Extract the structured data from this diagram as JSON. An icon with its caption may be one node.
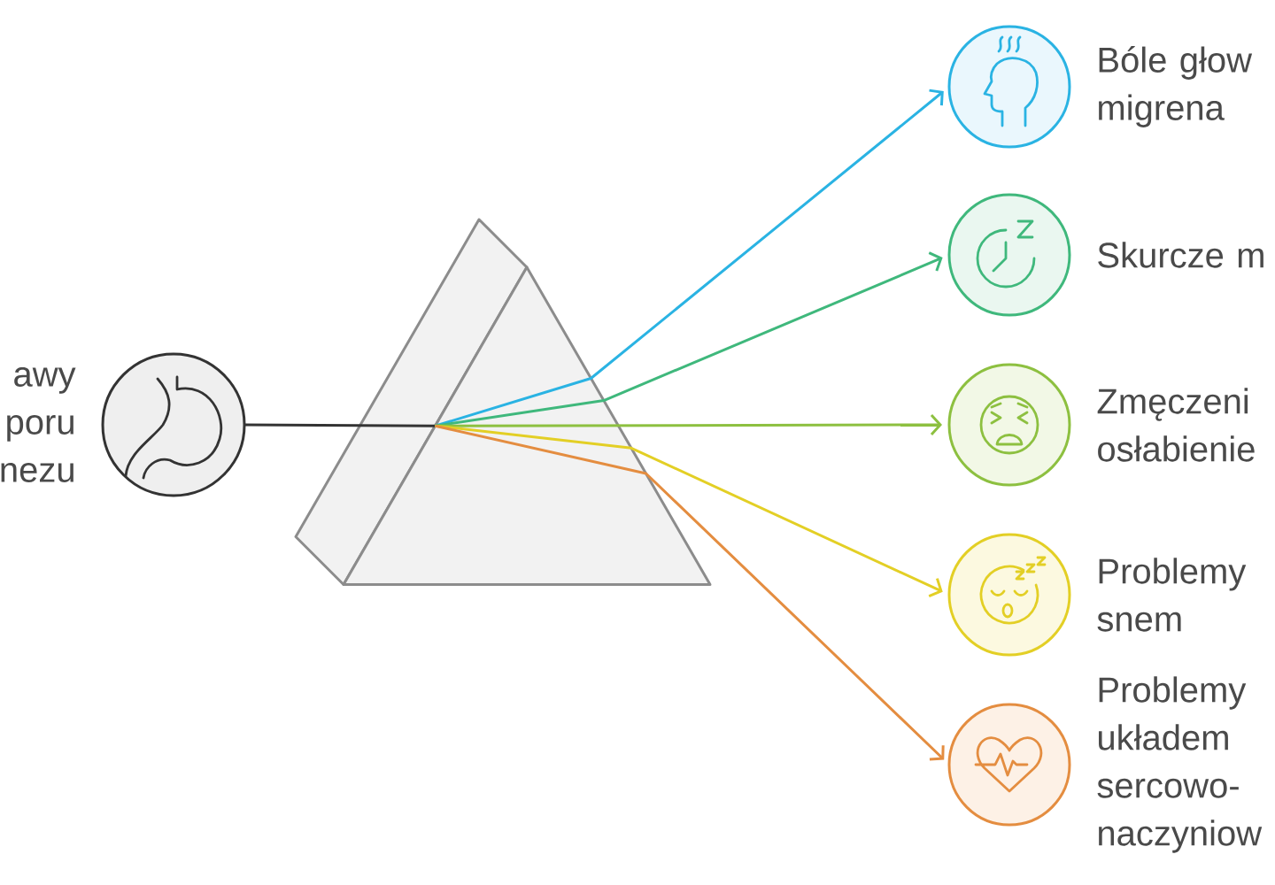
{
  "diagram": {
    "nodes": [
      {
        "text": [
          "awy poru nezu"
        ]
      },
      {
        "text": [],
        "shape": "prism"
      },
      {
        "text": [
          "Bóle głow migrena"
        ]
      },
      {
        "text": [
          "Skurcze m"
        ]
      },
      {
        "text": [
          "Zmęczeni osłabienie"
        ]
      },
      {
        "text": [
          "Problemy snem"
        ]
      },
      {
        "text": [
          "Problemy układem sercowo- naczyniow"
        ]
      }
    ],
    "edges": [
      {
        "from": 0,
        "to": 1,
        "arrow": "none",
        "color": "#333333"
      },
      {
        "from": 1,
        "to": 2,
        "arrow": "to",
        "color": "#2ab3e3"
      },
      {
        "from": 1,
        "to": 3,
        "arrow": "to",
        "color": "#3fb87c"
      },
      {
        "from": 1,
        "to": 4,
        "arrow": "to",
        "color": "#8dc040"
      },
      {
        "from": 1,
        "to": 5,
        "arrow": "to",
        "color": "#e3cf25"
      },
      {
        "from": 1,
        "to": 6,
        "arrow": "to",
        "color": "#e48d40"
      }
    ]
  }
}
